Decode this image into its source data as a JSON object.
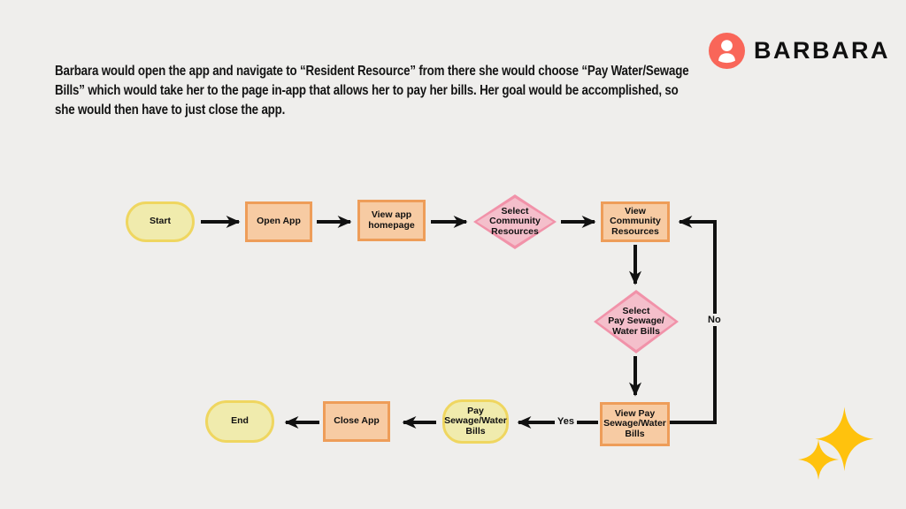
{
  "background_color": "#efeeec",
  "description": {
    "lines": [
      "Barbara would open the app and navigate to “Resident Resource” from there she would choose “Pay Water/Sewage",
      "Bills” which would take her to the page in-app that allows her to pay her bills. Her goal would be accomplished, so",
      "she would then have to just close the app."
    ]
  },
  "logo": {
    "brand": "BARBARA",
    "icon": "person-icon",
    "icon_color": "#f96659",
    "text_color": "#101010"
  },
  "flowchart": {
    "nodes": [
      {
        "id": "start",
        "type": "terminator",
        "label": "Start"
      },
      {
        "id": "open-app",
        "type": "process",
        "label": "Open App"
      },
      {
        "id": "view-homepage",
        "type": "process",
        "label": "View app\nhomepage"
      },
      {
        "id": "select-community",
        "type": "decision",
        "label": "Select\nCommunity\nResources"
      },
      {
        "id": "view-community",
        "type": "process",
        "label": "View\nCommunity\nResources"
      },
      {
        "id": "select-pay",
        "type": "decision",
        "label": "Select\nPay Sewage/\nWater Bills"
      },
      {
        "id": "view-pay",
        "type": "process",
        "label": "View Pay\nSewage/Water\nBills"
      },
      {
        "id": "pay",
        "type": "terminator",
        "label": "Pay\nSewage/Water\nBills"
      },
      {
        "id": "close-app",
        "type": "process",
        "label": "Close App"
      },
      {
        "id": "end",
        "type": "terminator",
        "label": "End"
      }
    ],
    "edges": [
      {
        "from": "start",
        "to": "open-app",
        "label": ""
      },
      {
        "from": "open-app",
        "to": "view-homepage",
        "label": ""
      },
      {
        "from": "view-homepage",
        "to": "select-community",
        "label": ""
      },
      {
        "from": "select-community",
        "to": "view-community",
        "label": ""
      },
      {
        "from": "view-community",
        "to": "select-pay",
        "label": ""
      },
      {
        "from": "select-pay",
        "to": "view-pay",
        "label": ""
      },
      {
        "from": "view-pay",
        "to": "pay",
        "label": "Yes"
      },
      {
        "from": "view-pay",
        "to": "view-community",
        "label": "No"
      },
      {
        "from": "pay",
        "to": "close-app",
        "label": ""
      },
      {
        "from": "close-app",
        "to": "end",
        "label": ""
      }
    ],
    "edge_labels": {
      "yes": "Yes",
      "no": "No"
    },
    "colors": {
      "terminator_fill": "#f0ebad",
      "terminator_border": "#efd660",
      "process_fill": "#f7cba3",
      "process_border": "#ee9d59",
      "decision_fill": "#f4bfcb",
      "decision_border": "#f192a9",
      "connector": "#111111"
    }
  },
  "decoration": {
    "sparkle_color": "#ffc20d"
  }
}
